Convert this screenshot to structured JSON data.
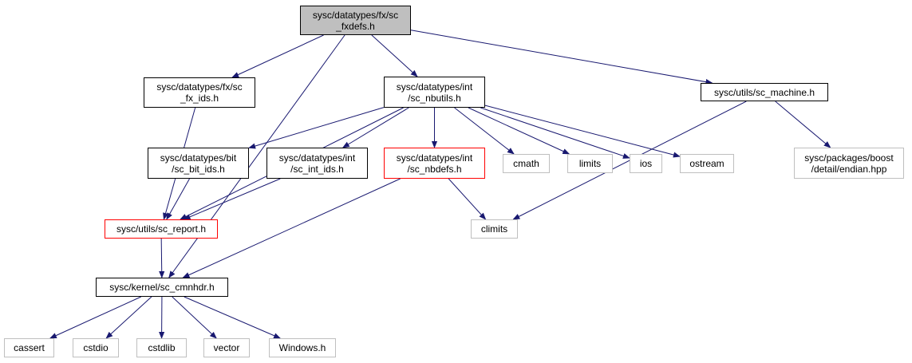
{
  "diagram": {
    "nodes": {
      "fxdefs": {
        "label": "sysc/datatypes/fx/sc\n_fxdefs.h",
        "kind": "root"
      },
      "fx_ids": {
        "label": "sysc/datatypes/fx/sc\n_fx_ids.h",
        "kind": "doc"
      },
      "nbutils": {
        "label": "sysc/datatypes/int\n/sc_nbutils.h",
        "kind": "doc"
      },
      "machine": {
        "label": "sysc/utils/sc_machine.h",
        "kind": "doc"
      },
      "bit_ids": {
        "label": "sysc/datatypes/bit\n/sc_bit_ids.h",
        "kind": "doc"
      },
      "int_ids": {
        "label": "sysc/datatypes/int\n/sc_int_ids.h",
        "kind": "doc"
      },
      "nbdefs": {
        "label": "sysc/datatypes/int\n/sc_nbdefs.h",
        "kind": "red"
      },
      "cmath": {
        "label": "cmath",
        "kind": "std"
      },
      "limits": {
        "label": "limits",
        "kind": "std"
      },
      "ios": {
        "label": "ios",
        "kind": "std"
      },
      "ostream": {
        "label": "ostream",
        "kind": "std"
      },
      "endian": {
        "label": "sysc/packages/boost\n/detail/endian.hpp",
        "kind": "std"
      },
      "report": {
        "label": "sysc/utils/sc_report.h",
        "kind": "red"
      },
      "climits": {
        "label": "climits",
        "kind": "std"
      },
      "cmnhdr": {
        "label": "sysc/kernel/sc_cmnhdr.h",
        "kind": "doc"
      },
      "cassert": {
        "label": "cassert",
        "kind": "std"
      },
      "cstdio": {
        "label": "cstdio",
        "kind": "std"
      },
      "cstdlib": {
        "label": "cstdlib",
        "kind": "std"
      },
      "vector": {
        "label": "vector",
        "kind": "std"
      },
      "windows": {
        "label": "Windows.h",
        "kind": "std"
      }
    },
    "edges": [
      [
        "fxdefs",
        "fx_ids"
      ],
      [
        "fxdefs",
        "nbutils"
      ],
      [
        "fxdefs",
        "machine"
      ],
      [
        "fxdefs",
        "cmnhdr"
      ],
      [
        "fx_ids",
        "report"
      ],
      [
        "nbutils",
        "bit_ids"
      ],
      [
        "nbutils",
        "int_ids"
      ],
      [
        "nbutils",
        "nbdefs"
      ],
      [
        "nbutils",
        "cmath"
      ],
      [
        "nbutils",
        "limits"
      ],
      [
        "nbutils",
        "ios"
      ],
      [
        "nbutils",
        "ostream"
      ],
      [
        "nbutils",
        "report"
      ],
      [
        "machine",
        "endian"
      ],
      [
        "machine",
        "climits"
      ],
      [
        "bit_ids",
        "report"
      ],
      [
        "int_ids",
        "report"
      ],
      [
        "nbdefs",
        "climits"
      ],
      [
        "nbdefs",
        "cmnhdr"
      ],
      [
        "report",
        "cmnhdr"
      ],
      [
        "cmnhdr",
        "cassert"
      ],
      [
        "cmnhdr",
        "cstdio"
      ],
      [
        "cmnhdr",
        "cstdlib"
      ],
      [
        "cmnhdr",
        "vector"
      ],
      [
        "cmnhdr",
        "windows"
      ]
    ],
    "colors": {
      "edge": "#191970",
      "root_fill": "#bfbfbf",
      "doc_border": "#000000",
      "std_border": "#bfbfbf",
      "red_border": "#ff0000"
    }
  }
}
